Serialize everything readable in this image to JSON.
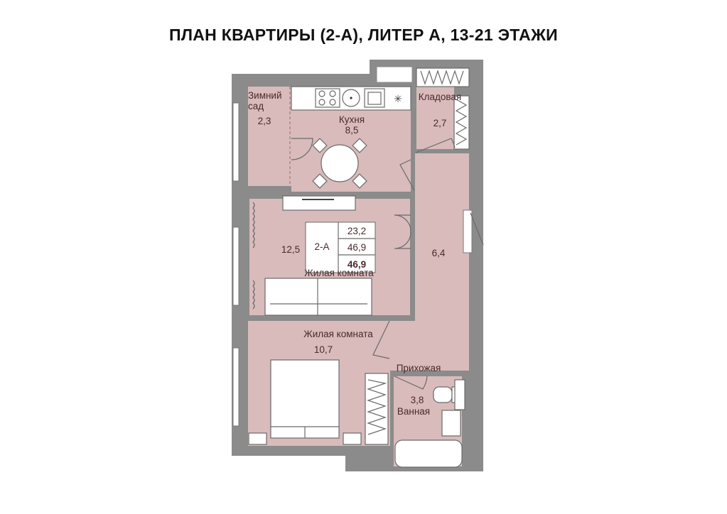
{
  "title": "ПЛАН КВАРТИРЫ (2-А), ЛИТЕР А, 13-21 ЭТАЖИ",
  "colors": {
    "wall": "#8b8b8b",
    "floor": "#d9bbbc",
    "text": "#4a2a2c"
  },
  "rooms": {
    "winter_garden": {
      "name_line1": "Зимний",
      "name_line2": "сад",
      "area": "2,3"
    },
    "kitchen": {
      "name": "Кухня",
      "area": "8,5"
    },
    "storage": {
      "name": "Кладовая",
      "area": "2,7"
    },
    "living_room": {
      "name": "Жилая комната",
      "area": "12,5"
    },
    "hallway": {
      "name": "Прихожая",
      "area": "6,4"
    },
    "bedroom": {
      "name": "Жилая комната",
      "area": "10,7"
    },
    "bathroom": {
      "name": "Ванная",
      "area": "3,8"
    }
  },
  "info_box": {
    "apartment": "2-А",
    "living_area": "23,2",
    "total_area": "46,9",
    "total_area_bold": "46,9"
  }
}
